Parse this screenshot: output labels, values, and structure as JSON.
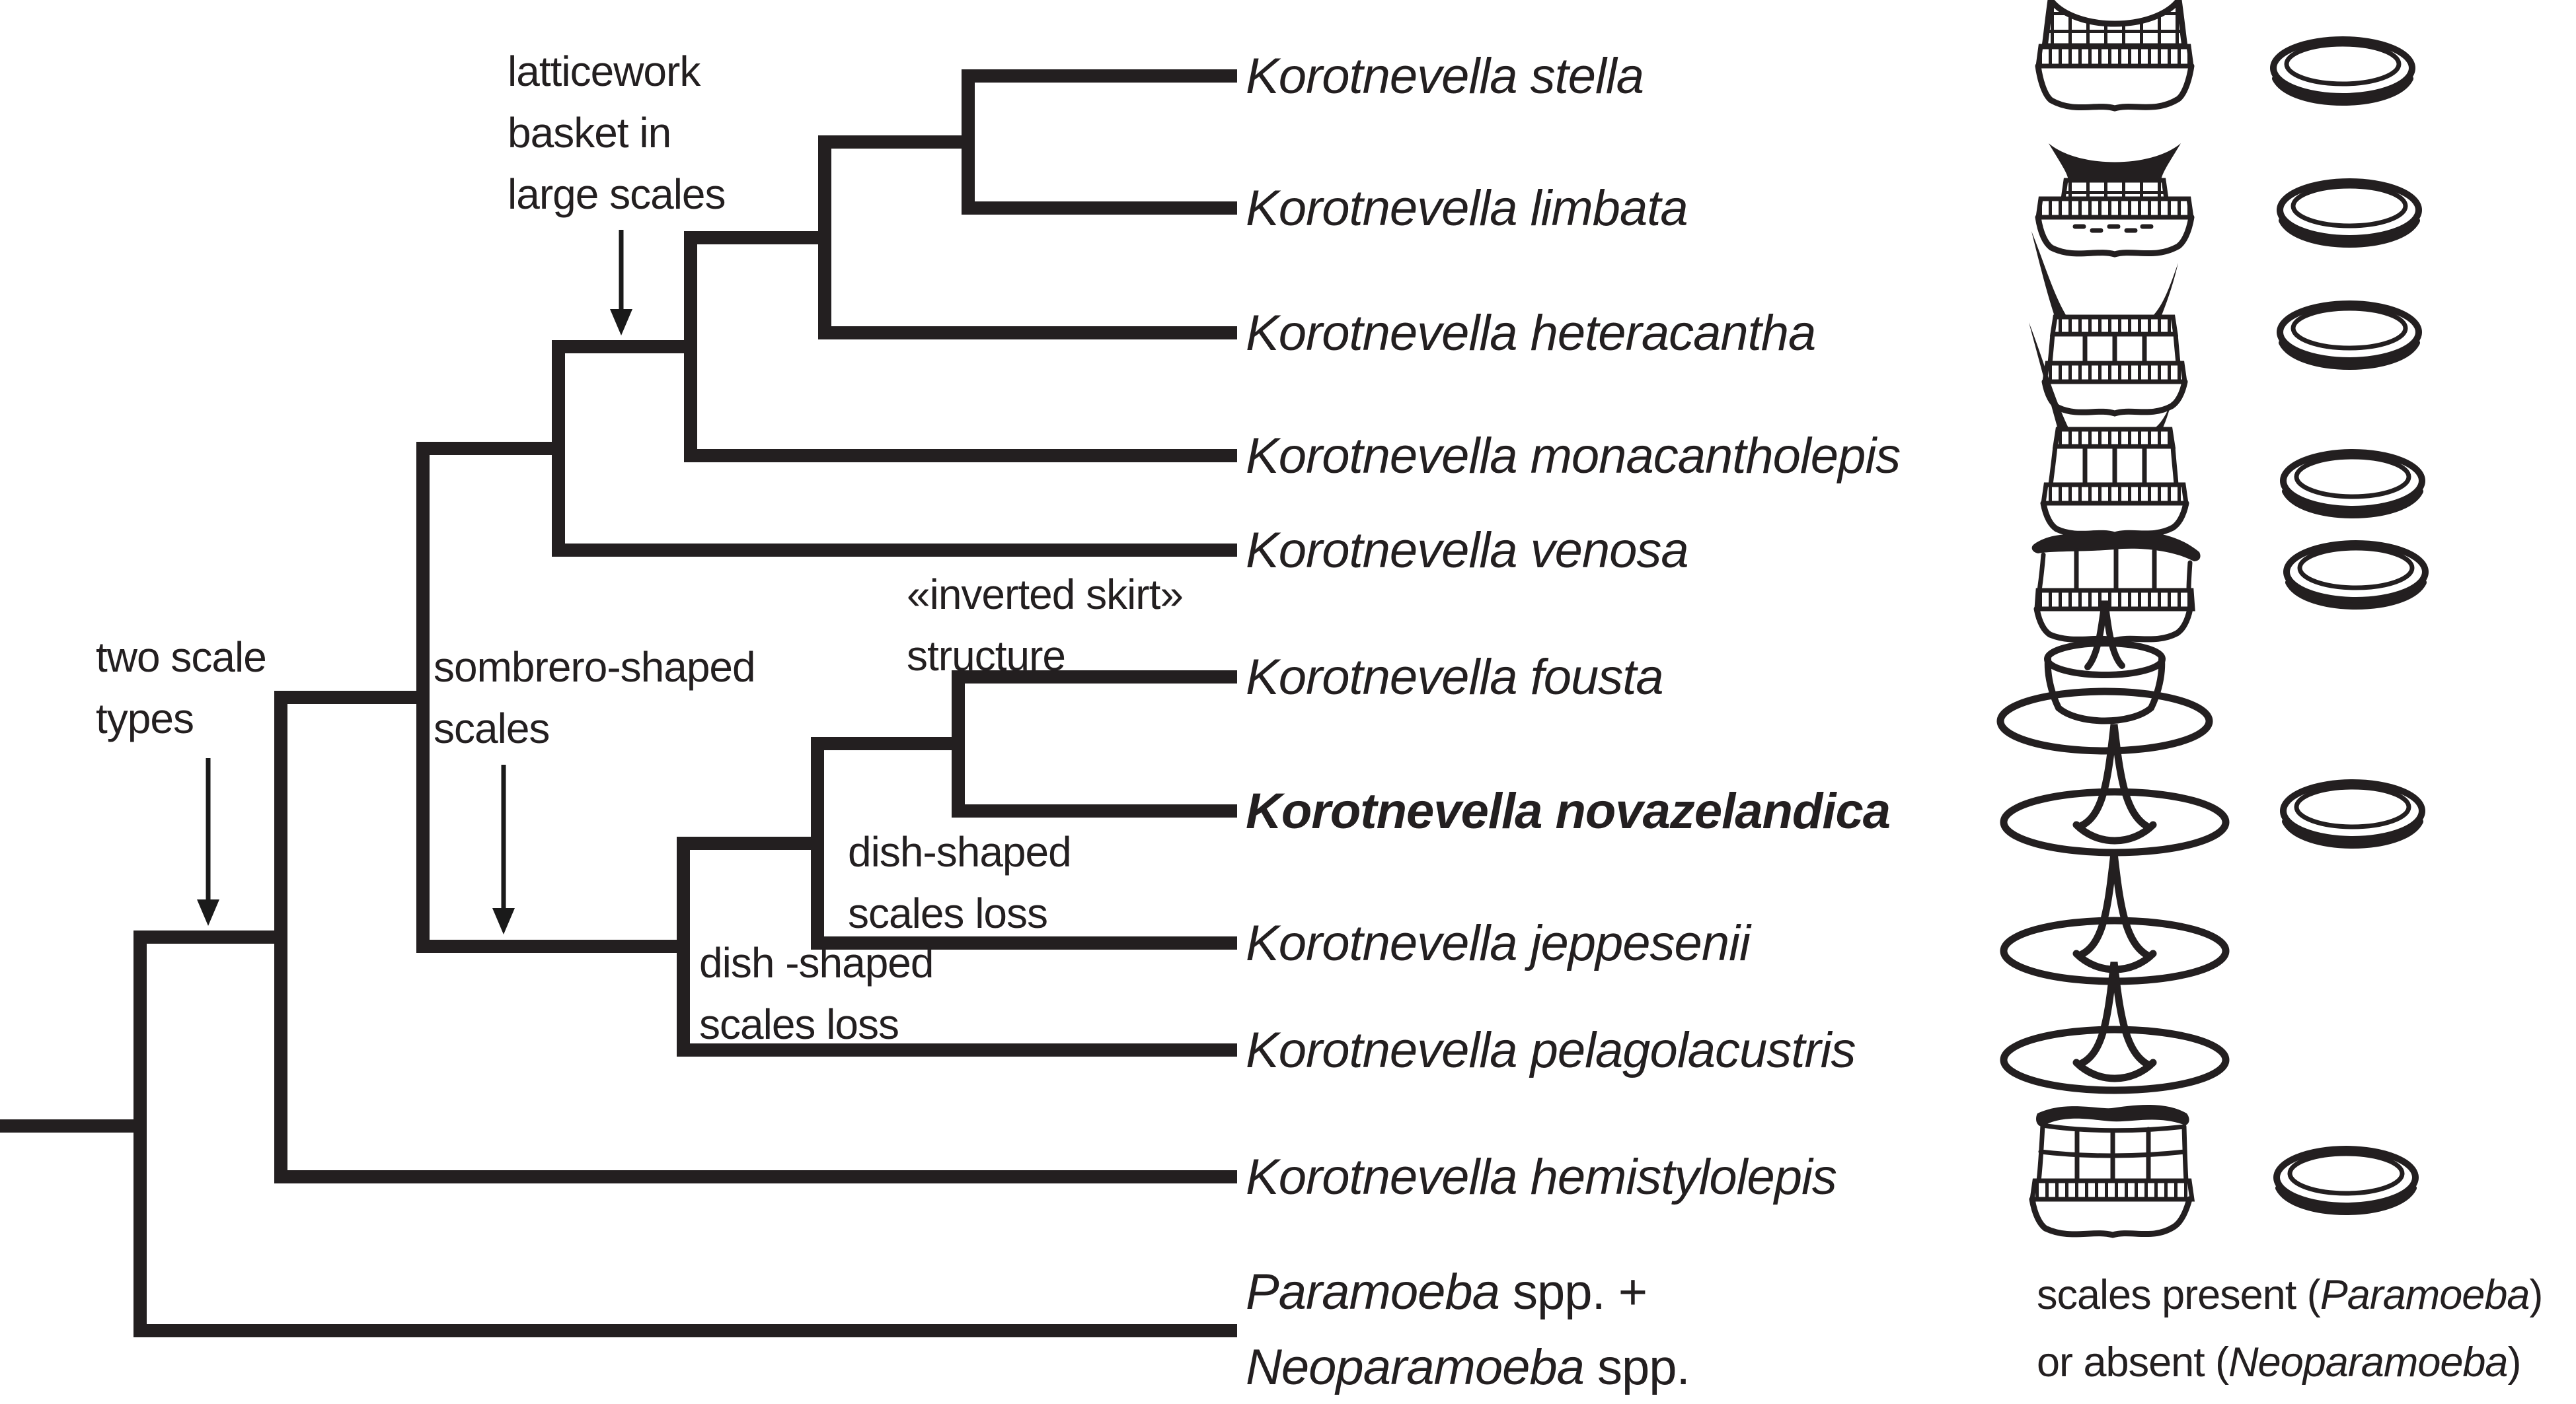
{
  "figure": {
    "colors": {
      "ink": "#231f20",
      "background": "#ffffff"
    },
    "annotations": {
      "latticework": {
        "lines": [
          "latticework",
          "basket in",
          "large scales"
        ],
        "pointer": "arrow-down"
      },
      "two_scale_types": {
        "lines": [
          "two scale",
          "types"
        ],
        "pointer": "arrow-down"
      },
      "sombrero": {
        "lines": [
          "sombrero-shaped",
          "scales"
        ],
        "pointer": "arrow-down"
      },
      "inverted_skirt": {
        "lines": [
          "«inverted skirt»",
          "structure"
        ],
        "pointer": "none"
      },
      "dish_loss_upper": {
        "lines": [
          "dish-shaped",
          "scales loss"
        ],
        "pointer": "none"
      },
      "dish_loss_lower": {
        "lines": [
          "dish -shaped",
          "scales loss"
        ],
        "pointer": "none"
      }
    },
    "taxa": [
      {
        "label": "Korotnevella stella",
        "bold": false,
        "scale_icons": [
          "latticework-basket-icon",
          "dish-icon"
        ]
      },
      {
        "label": "Korotnevella limbata",
        "bold": false,
        "scale_icons": [
          "basket-black-rim-icon",
          "dish-icon"
        ]
      },
      {
        "label": "Korotnevella heteracantha",
        "bold": false,
        "scale_icons": [
          "basket-two-spines-icon",
          "dish-icon"
        ]
      },
      {
        "label": "Korotnevella monacantholepis",
        "bold": false,
        "scale_icons": [
          "basket-one-spine-icon",
          "dish-icon"
        ]
      },
      {
        "label": "Korotnevella venosa",
        "bold": false,
        "scale_icons": [
          "basket-smooth-cap-icon",
          "dish-icon"
        ]
      },
      {
        "label": "Korotnevella fousta",
        "bold": false,
        "scale_icons": [
          "inverted-skirt-scale-icon"
        ]
      },
      {
        "label": "Korotnevella novazelandica",
        "bold": true,
        "scale_icons": [
          "sombrero-scale-icon",
          "dish-icon"
        ]
      },
      {
        "label": "Korotnevella jeppesenii",
        "bold": false,
        "scale_icons": [
          "sombrero-scale-icon"
        ]
      },
      {
        "label": "Korotnevella pelagolacustris",
        "bold": false,
        "scale_icons": [
          "sombrero-scale-icon"
        ]
      },
      {
        "label": "Korotnevella hemistylolepis",
        "bold": false,
        "scale_icons": [
          "basket-smooth-cap-grid-icon",
          "dish-icon"
        ]
      }
    ],
    "outgroup": {
      "line1_genus": "Paramoeba",
      "line1_rest": " spp. +",
      "line2_genus": "Neoparamoeba",
      "line2_rest": " spp."
    },
    "legend": {
      "line1_pre": "scales present (",
      "line1_genus": "Paramoeba",
      "line1_post": ")",
      "line2_pre": "or absent (",
      "line2_genus": "Neoparamoeba",
      "line2_post": ")"
    }
  }
}
